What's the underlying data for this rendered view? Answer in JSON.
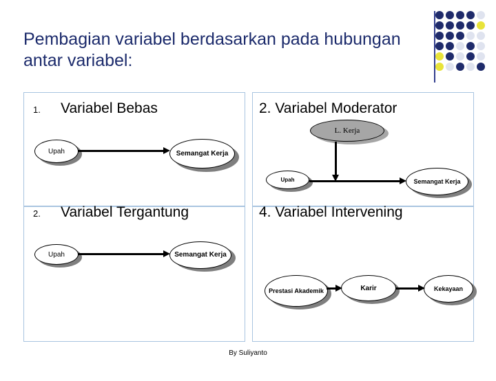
{
  "slide": {
    "title": "Pembagian variabel berdasarkan pada hubungan antar variabel:",
    "footer": "By Suliyanto",
    "colors": {
      "title_text": "#1b2a6b",
      "frame_border": "#a8c4e0",
      "dot_navy": "#1f2b6b",
      "dot_yellow": "#e8e33a",
      "dot_light": "#dfe3ef",
      "node_fill": "#ffffff",
      "node_gray": "#a6a6a6",
      "shadow": "#7f7f7f",
      "connector": "#000000"
    }
  },
  "dot_grid": {
    "rows": 6,
    "cols": 5,
    "pattern": [
      [
        "navy",
        "navy",
        "navy",
        "navy",
        "light"
      ],
      [
        "navy",
        "navy",
        "navy",
        "navy",
        "yellow"
      ],
      [
        "navy",
        "navy",
        "navy",
        "light",
        "light"
      ],
      [
        "navy",
        "navy",
        "light",
        "navy",
        "light"
      ],
      [
        "yellow",
        "navy",
        "light",
        "navy",
        "light"
      ],
      [
        "yellow",
        "light",
        "navy",
        "light",
        "navy"
      ]
    ]
  },
  "quadrants": [
    {
      "number": "1.",
      "label": "Variabel Bebas",
      "nodes": [
        {
          "name": "upah",
          "text": "Upah"
        },
        {
          "name": "semangat-kerja",
          "text": "Semangat Kerja"
        }
      ],
      "connectors": [
        {
          "name": "upah-to-semangat-kerja",
          "type": "arrow-right"
        }
      ]
    },
    {
      "number": "2.",
      "label": "Variabel Moderator",
      "nodes": [
        {
          "name": "lingkungan-kerja",
          "text": "L. Kerja"
        },
        {
          "name": "upah",
          "text": "Upah"
        },
        {
          "name": "semangat-kerja",
          "text": "Semangat Kerja"
        }
      ],
      "connectors": [
        {
          "name": "upah-to-semangat-kerja",
          "type": "arrow-right"
        },
        {
          "name": "lingkungan-kerja-to-relation",
          "type": "arrow-down"
        }
      ]
    },
    {
      "number": "2.",
      "label": "Variabel Tergantung",
      "nodes": [
        {
          "name": "upah",
          "text": "Upah"
        },
        {
          "name": "semangat-kerja",
          "text": "Semangat Kerja"
        }
      ],
      "connectors": [
        {
          "name": "upah-to-semangat-kerja",
          "type": "arrow-right"
        }
      ]
    },
    {
      "number": "4.",
      "label": "Variabel Intervening",
      "nodes": [
        {
          "name": "prestasi-akademik",
          "text": "Prestasi Akademik"
        },
        {
          "name": "karir",
          "text": "Karir"
        },
        {
          "name": "kekayaan",
          "text": "Kekayaan"
        }
      ],
      "connectors": [
        {
          "name": "prestasi-to-karir",
          "type": "arrow-right"
        },
        {
          "name": "karir-to-kekayaan",
          "type": "arrow-right"
        }
      ]
    }
  ]
}
